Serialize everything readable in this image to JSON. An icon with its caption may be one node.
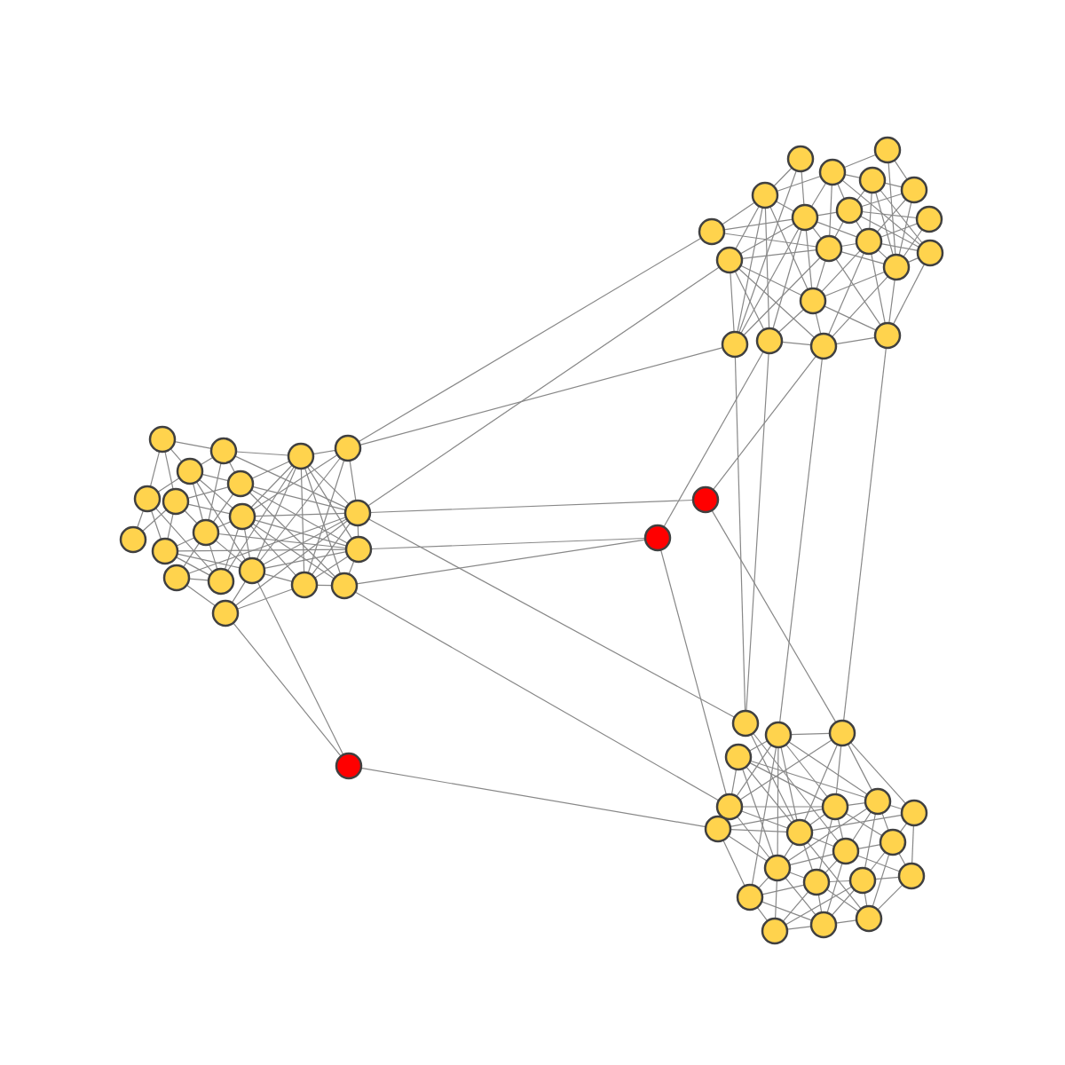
{
  "diagram": {
    "nodes": [
      {
        "text": [],
        "shape": "circle"
      },
      {
        "text": [],
        "shape": "circle"
      },
      {
        "text": [],
        "shape": "circle"
      },
      {
        "text": [],
        "shape": "circle"
      },
      {
        "text": [],
        "shape": "circle"
      },
      {
        "text": [],
        "shape": "circle"
      },
      {
        "text": [],
        "shape": "circle"
      },
      {
        "text": [],
        "shape": "circle"
      },
      {
        "text": [],
        "shape": "circle"
      },
      {
        "text": [],
        "shape": "circle"
      },
      {
        "text": [],
        "shape": "circle"
      },
      {
        "text": [],
        "shape": "circle"
      },
      {
        "text": [],
        "shape": "circle"
      },
      {
        "text": [],
        "shape": "circle"
      },
      {
        "text": [],
        "shape": "circle"
      },
      {
        "text": [],
        "shape": "circle"
      },
      {
        "text": [],
        "shape": "circle"
      },
      {
        "text": [],
        "shape": "circle"
      },
      {
        "text": [],
        "shape": "circle"
      },
      {
        "text": [],
        "shape": "circle"
      },
      {
        "text": [],
        "shape": "circle"
      },
      {
        "text": [],
        "shape": "circle"
      },
      {
        "text": [],
        "shape": "circle"
      },
      {
        "text": [],
        "shape": "circle"
      },
      {
        "text": [],
        "shape": "circle"
      },
      {
        "text": [],
        "shape": "circle"
      },
      {
        "text": [],
        "shape": "circle"
      },
      {
        "text": [],
        "shape": "circle"
      },
      {
        "text": [],
        "shape": "circle"
      },
      {
        "text": [],
        "shape": "circle"
      },
      {
        "text": [],
        "shape": "circle"
      },
      {
        "text": [],
        "shape": "circle"
      },
      {
        "text": [],
        "shape": "circle"
      },
      {
        "text": [],
        "shape": "circle"
      },
      {
        "text": [],
        "shape": "circle"
      },
      {
        "text": [],
        "shape": "circle"
      },
      {
        "text": [],
        "shape": "circle"
      },
      {
        "text": [],
        "shape": "circle"
      },
      {
        "text": [],
        "shape": "circle"
      },
      {
        "text": [],
        "shape": "circle"
      },
      {
        "text": [],
        "shape": "circle"
      },
      {
        "text": [],
        "shape": "circle"
      },
      {
        "text": [],
        "shape": "circle"
      },
      {
        "text": [],
        "shape": "circle"
      },
      {
        "text": [],
        "shape": "circle"
      },
      {
        "text": [],
        "shape": "circle"
      },
      {
        "text": [],
        "shape": "circle"
      },
      {
        "text": [],
        "shape": "circle"
      },
      {
        "text": [],
        "shape": "circle"
      },
      {
        "text": [],
        "shape": "circle"
      },
      {
        "text": [],
        "shape": "circle"
      },
      {
        "text": [],
        "shape": "circle"
      },
      {
        "text": [],
        "shape": "circle"
      },
      {
        "text": [],
        "shape": "circle"
      },
      {
        "text": [],
        "shape": "circle"
      },
      {
        "text": [],
        "shape": "circle"
      },
      {
        "text": [],
        "shape": "circle"
      },
      {
        "text": [],
        "shape": "circle"
      },
      {
        "text": [],
        "shape": "circle"
      },
      {
        "text": [],
        "shape": "circle"
      },
      {
        "text": [],
        "shape": "circle"
      },
      {
        "text": [],
        "shape": "circle"
      },
      {
        "text": [],
        "shape": "circle"
      }
    ],
    "edges": [
      {
        "from": 23,
        "to": 9,
        "arrow": "none"
      },
      {
        "from": 23,
        "to": 16,
        "arrow": "none"
      },
      {
        "from": 29,
        "to": 13,
        "arrow": "none"
      },
      {
        "from": 29,
        "to": 40,
        "arrow": "none"
      },
      {
        "from": 40,
        "to": 45,
        "arrow": "none"
      },
      {
        "from": 40,
        "to": 18,
        "arrow": "none"
      },
      {
        "from": 33,
        "to": 41,
        "arrow": "none"
      },
      {
        "from": 38,
        "to": 41,
        "arrow": "none"
      },
      {
        "from": 41,
        "to": 48,
        "arrow": "none"
      },
      {
        "from": 41,
        "to": 17,
        "arrow": "none"
      },
      {
        "from": 42,
        "to": 39,
        "arrow": "none"
      },
      {
        "from": 42,
        "to": 34,
        "arrow": "none"
      },
      {
        "from": 42,
        "to": 51,
        "arrow": "none"
      },
      {
        "from": 29,
        "to": 43,
        "arrow": "none"
      },
      {
        "from": 38,
        "to": 48,
        "arrow": "none"
      },
      {
        "from": 16,
        "to": 43,
        "arrow": "none"
      },
      {
        "from": 17,
        "to": 43,
        "arrow": "none"
      },
      {
        "from": 18,
        "to": 44,
        "arrow": "none"
      },
      {
        "from": 19,
        "to": 45,
        "arrow": "none"
      },
      {
        "from": 0,
        "to": 4,
        "arrow": "none"
      },
      {
        "from": 0,
        "to": 6,
        "arrow": "none"
      },
      {
        "from": 0,
        "to": 16,
        "arrow": "none"
      },
      {
        "from": 1,
        "to": 2,
        "arrow": "none"
      },
      {
        "from": 1,
        "to": 5,
        "arrow": "none"
      },
      {
        "from": 1,
        "to": 14,
        "arrow": "none"
      },
      {
        "from": 2,
        "to": 3,
        "arrow": "none"
      },
      {
        "from": 2,
        "to": 4,
        "arrow": "none"
      },
      {
        "from": 2,
        "to": 6,
        "arrow": "none"
      },
      {
        "from": 2,
        "to": 7,
        "arrow": "none"
      },
      {
        "from": 2,
        "to": 10,
        "arrow": "none"
      },
      {
        "from": 2,
        "to": 12,
        "arrow": "none"
      },
      {
        "from": 3,
        "to": 5,
        "arrow": "none"
      },
      {
        "from": 3,
        "to": 7,
        "arrow": "none"
      },
      {
        "from": 3,
        "to": 11,
        "arrow": "none"
      },
      {
        "from": 3,
        "to": 12,
        "arrow": "none"
      },
      {
        "from": 3,
        "to": 14,
        "arrow": "none"
      },
      {
        "from": 4,
        "to": 6,
        "arrow": "none"
      },
      {
        "from": 4,
        "to": 9,
        "arrow": "none"
      },
      {
        "from": 4,
        "to": 13,
        "arrow": "none"
      },
      {
        "from": 4,
        "to": 15,
        "arrow": "none"
      },
      {
        "from": 4,
        "to": 16,
        "arrow": "none"
      },
      {
        "from": 4,
        "to": 17,
        "arrow": "none"
      },
      {
        "from": 5,
        "to": 7,
        "arrow": "none"
      },
      {
        "from": 5,
        "to": 11,
        "arrow": "none"
      },
      {
        "from": 5,
        "to": 14,
        "arrow": "none"
      },
      {
        "from": 6,
        "to": 7,
        "arrow": "none"
      },
      {
        "from": 6,
        "to": 9,
        "arrow": "none"
      },
      {
        "from": 6,
        "to": 10,
        "arrow": "none"
      },
      {
        "from": 6,
        "to": 11,
        "arrow": "none"
      },
      {
        "from": 6,
        "to": 13,
        "arrow": "none"
      },
      {
        "from": 6,
        "to": 15,
        "arrow": "none"
      },
      {
        "from": 6,
        "to": 16,
        "arrow": "none"
      },
      {
        "from": 6,
        "to": 17,
        "arrow": "none"
      },
      {
        "from": 7,
        "to": 8,
        "arrow": "none"
      },
      {
        "from": 7,
        "to": 10,
        "arrow": "none"
      },
      {
        "from": 7,
        "to": 11,
        "arrow": "none"
      },
      {
        "from": 7,
        "to": 12,
        "arrow": "none"
      },
      {
        "from": 8,
        "to": 11,
        "arrow": "none"
      },
      {
        "from": 8,
        "to": 14,
        "arrow": "none"
      },
      {
        "from": 9,
        "to": 10,
        "arrow": "none"
      },
      {
        "from": 10,
        "to": 11,
        "arrow": "none"
      },
      {
        "from": 10,
        "to": 13,
        "arrow": "none"
      },
      {
        "from": 10,
        "to": 14,
        "arrow": "none"
      },
      {
        "from": 10,
        "to": 15,
        "arrow": "none"
      },
      {
        "from": 10,
        "to": 16,
        "arrow": "none"
      },
      {
        "from": 10,
        "to": 19,
        "arrow": "none"
      },
      {
        "from": 11,
        "to": 12,
        "arrow": "none"
      },
      {
        "from": 11,
        "to": 14,
        "arrow": "none"
      },
      {
        "from": 11,
        "to": 15,
        "arrow": "none"
      },
      {
        "from": 11,
        "to": 18,
        "arrow": "none"
      },
      {
        "from": 11,
        "to": 19,
        "arrow": "none"
      },
      {
        "from": 12,
        "to": 14,
        "arrow": "none"
      },
      {
        "from": 12,
        "to": 19,
        "arrow": "none"
      },
      {
        "from": 13,
        "to": 15,
        "arrow": "none"
      },
      {
        "from": 13,
        "to": 16,
        "arrow": "none"
      },
      {
        "from": 13,
        "to": 17,
        "arrow": "none"
      },
      {
        "from": 13,
        "to": 18,
        "arrow": "none"
      },
      {
        "from": 14,
        "to": 15,
        "arrow": "none"
      },
      {
        "from": 14,
        "to": 18,
        "arrow": "none"
      },
      {
        "from": 14,
        "to": 19,
        "arrow": "none"
      },
      {
        "from": 15,
        "to": 17,
        "arrow": "none"
      },
      {
        "from": 15,
        "to": 18,
        "arrow": "none"
      },
      {
        "from": 15,
        "to": 19,
        "arrow": "none"
      },
      {
        "from": 17,
        "to": 18,
        "arrow": "none"
      },
      {
        "from": 18,
        "to": 19,
        "arrow": "none"
      },
      {
        "from": 20,
        "to": 21,
        "arrow": "none"
      },
      {
        "from": 20,
        "to": 24,
        "arrow": "none"
      },
      {
        "from": 20,
        "to": 26,
        "arrow": "none"
      },
      {
        "from": 20,
        "to": 27,
        "arrow": "none"
      },
      {
        "from": 21,
        "to": 22,
        "arrow": "none"
      },
      {
        "from": 21,
        "to": 24,
        "arrow": "none"
      },
      {
        "from": 21,
        "to": 25,
        "arrow": "none"
      },
      {
        "from": 21,
        "to": 29,
        "arrow": "none"
      },
      {
        "from": 21,
        "to": 31,
        "arrow": "none"
      },
      {
        "from": 22,
        "to": 23,
        "arrow": "none"
      },
      {
        "from": 22,
        "to": 25,
        "arrow": "none"
      },
      {
        "from": 22,
        "to": 28,
        "arrow": "none"
      },
      {
        "from": 22,
        "to": 29,
        "arrow": "none"
      },
      {
        "from": 22,
        "to": 33,
        "arrow": "none"
      },
      {
        "from": 22,
        "to": 34,
        "arrow": "none"
      },
      {
        "from": 22,
        "to": 36,
        "arrow": "none"
      },
      {
        "from": 22,
        "to": 37,
        "arrow": "none"
      },
      {
        "from": 22,
        "to": 38,
        "arrow": "none"
      },
      {
        "from": 23,
        "to": 28,
        "arrow": "none"
      },
      {
        "from": 23,
        "to": 29,
        "arrow": "none"
      },
      {
        "from": 23,
        "to": 34,
        "arrow": "none"
      },
      {
        "from": 23,
        "to": 37,
        "arrow": "none"
      },
      {
        "from": 24,
        "to": 25,
        "arrow": "none"
      },
      {
        "from": 24,
        "to": 26,
        "arrow": "none"
      },
      {
        "from": 24,
        "to": 28,
        "arrow": "none"
      },
      {
        "from": 24,
        "to": 31,
        "arrow": "none"
      },
      {
        "from": 24,
        "to": 34,
        "arrow": "none"
      },
      {
        "from": 25,
        "to": 27,
        "arrow": "none"
      },
      {
        "from": 25,
        "to": 29,
        "arrow": "none"
      },
      {
        "from": 25,
        "to": 31,
        "arrow": "none"
      },
      {
        "from": 25,
        "to": 33,
        "arrow": "none"
      },
      {
        "from": 25,
        "to": 38,
        "arrow": "none"
      },
      {
        "from": 26,
        "to": 30,
        "arrow": "none"
      },
      {
        "from": 26,
        "to": 32,
        "arrow": "none"
      },
      {
        "from": 26,
        "to": 36,
        "arrow": "none"
      },
      {
        "from": 27,
        "to": 28,
        "arrow": "none"
      },
      {
        "from": 27,
        "to": 30,
        "arrow": "none"
      },
      {
        "from": 27,
        "to": 31,
        "arrow": "none"
      },
      {
        "from": 27,
        "to": 32,
        "arrow": "none"
      },
      {
        "from": 28,
        "to": 29,
        "arrow": "none"
      },
      {
        "from": 28,
        "to": 31,
        "arrow": "none"
      },
      {
        "from": 28,
        "to": 33,
        "arrow": "none"
      },
      {
        "from": 28,
        "to": 34,
        "arrow": "none"
      },
      {
        "from": 28,
        "to": 36,
        "arrow": "none"
      },
      {
        "from": 28,
        "to": 37,
        "arrow": "none"
      },
      {
        "from": 28,
        "to": 38,
        "arrow": "none"
      },
      {
        "from": 29,
        "to": 33,
        "arrow": "none"
      },
      {
        "from": 29,
        "to": 34,
        "arrow": "none"
      },
      {
        "from": 29,
        "to": 35,
        "arrow": "none"
      },
      {
        "from": 29,
        "to": 37,
        "arrow": "none"
      },
      {
        "from": 29,
        "to": 39,
        "arrow": "none"
      },
      {
        "from": 31,
        "to": 32,
        "arrow": "none"
      },
      {
        "from": 31,
        "to": 33,
        "arrow": "none"
      },
      {
        "from": 31,
        "to": 34,
        "arrow": "none"
      },
      {
        "from": 31,
        "to": 35,
        "arrow": "none"
      },
      {
        "from": 31,
        "to": 36,
        "arrow": "none"
      },
      {
        "from": 32,
        "to": 33,
        "arrow": "none"
      },
      {
        "from": 32,
        "to": 34,
        "arrow": "none"
      },
      {
        "from": 32,
        "to": 36,
        "arrow": "none"
      },
      {
        "from": 33,
        "to": 34,
        "arrow": "none"
      },
      {
        "from": 33,
        "to": 37,
        "arrow": "none"
      },
      {
        "from": 33,
        "to": 38,
        "arrow": "none"
      },
      {
        "from": 34,
        "to": 37,
        "arrow": "none"
      },
      {
        "from": 34,
        "to": 39,
        "arrow": "none"
      },
      {
        "from": 35,
        "to": 36,
        "arrow": "none"
      },
      {
        "from": 35,
        "to": 39,
        "arrow": "none"
      },
      {
        "from": 37,
        "to": 38,
        "arrow": "none"
      },
      {
        "from": 37,
        "to": 39,
        "arrow": "none"
      },
      {
        "from": 43,
        "to": 52,
        "arrow": "none"
      },
      {
        "from": 43,
        "to": 54,
        "arrow": "none"
      },
      {
        "from": 44,
        "to": 45,
        "arrow": "none"
      },
      {
        "from": 44,
        "to": 46,
        "arrow": "none"
      },
      {
        "from": 44,
        "to": 47,
        "arrow": "none"
      },
      {
        "from": 44,
        "to": 48,
        "arrow": "none"
      },
      {
        "from": 44,
        "to": 49,
        "arrow": "none"
      },
      {
        "from": 44,
        "to": 52,
        "arrow": "none"
      },
      {
        "from": 44,
        "to": 55,
        "arrow": "none"
      },
      {
        "from": 44,
        "to": 59,
        "arrow": "none"
      },
      {
        "from": 45,
        "to": 47,
        "arrow": "none"
      },
      {
        "from": 45,
        "to": 48,
        "arrow": "none"
      },
      {
        "from": 45,
        "to": 49,
        "arrow": "none"
      },
      {
        "from": 45,
        "to": 50,
        "arrow": "none"
      },
      {
        "from": 45,
        "to": 52,
        "arrow": "none"
      },
      {
        "from": 46,
        "to": 47,
        "arrow": "none"
      },
      {
        "from": 46,
        "to": 48,
        "arrow": "none"
      },
      {
        "from": 46,
        "to": 49,
        "arrow": "none"
      },
      {
        "from": 46,
        "to": 52,
        "arrow": "none"
      },
      {
        "from": 46,
        "to": 55,
        "arrow": "none"
      },
      {
        "from": 47,
        "to": 49,
        "arrow": "none"
      },
      {
        "from": 47,
        "to": 50,
        "arrow": "none"
      },
      {
        "from": 47,
        "to": 53,
        "arrow": "none"
      },
      {
        "from": 47,
        "to": 54,
        "arrow": "none"
      },
      {
        "from": 47,
        "to": 55,
        "arrow": "none"
      },
      {
        "from": 47,
        "to": 57,
        "arrow": "none"
      },
      {
        "from": 48,
        "to": 49,
        "arrow": "none"
      },
      {
        "from": 48,
        "to": 52,
        "arrow": "none"
      },
      {
        "from": 48,
        "to": 55,
        "arrow": "none"
      },
      {
        "from": 49,
        "to": 51,
        "arrow": "none"
      },
      {
        "from": 49,
        "to": 52,
        "arrow": "none"
      },
      {
        "from": 49,
        "to": 53,
        "arrow": "none"
      },
      {
        "from": 49,
        "to": 54,
        "arrow": "none"
      },
      {
        "from": 49,
        "to": 56,
        "arrow": "none"
      },
      {
        "from": 50,
        "to": 52,
        "arrow": "none"
      },
      {
        "from": 50,
        "to": 53,
        "arrow": "none"
      },
      {
        "from": 50,
        "to": 58,
        "arrow": "none"
      },
      {
        "from": 51,
        "to": 52,
        "arrow": "none"
      },
      {
        "from": 51,
        "to": 55,
        "arrow": "none"
      },
      {
        "from": 51,
        "to": 59,
        "arrow": "none"
      },
      {
        "from": 52,
        "to": 54,
        "arrow": "none"
      },
      {
        "from": 52,
        "to": 55,
        "arrow": "none"
      },
      {
        "from": 52,
        "to": 56,
        "arrow": "none"
      },
      {
        "from": 52,
        "to": 62,
        "arrow": "none"
      },
      {
        "from": 53,
        "to": 54,
        "arrow": "none"
      },
      {
        "from": 53,
        "to": 57,
        "arrow": "none"
      },
      {
        "from": 53,
        "to": 58,
        "arrow": "none"
      },
      {
        "from": 53,
        "to": 62,
        "arrow": "none"
      },
      {
        "from": 54,
        "to": 55,
        "arrow": "none"
      },
      {
        "from": 54,
        "to": 56,
        "arrow": "none"
      },
      {
        "from": 54,
        "to": 58,
        "arrow": "none"
      },
      {
        "from": 54,
        "to": 61,
        "arrow": "none"
      },
      {
        "from": 55,
        "to": 56,
        "arrow": "none"
      },
      {
        "from": 55,
        "to": 59,
        "arrow": "none"
      },
      {
        "from": 55,
        "to": 60,
        "arrow": "none"
      },
      {
        "from": 55,
        "to": 61,
        "arrow": "none"
      },
      {
        "from": 56,
        "to": 57,
        "arrow": "none"
      },
      {
        "from": 56,
        "to": 59,
        "arrow": "none"
      },
      {
        "from": 56,
        "to": 60,
        "arrow": "none"
      },
      {
        "from": 56,
        "to": 61,
        "arrow": "none"
      },
      {
        "from": 56,
        "to": 62,
        "arrow": "none"
      },
      {
        "from": 57,
        "to": 58,
        "arrow": "none"
      },
      {
        "from": 57,
        "to": 60,
        "arrow": "none"
      },
      {
        "from": 57,
        "to": 61,
        "arrow": "none"
      },
      {
        "from": 57,
        "to": 62,
        "arrow": "none"
      },
      {
        "from": 58,
        "to": 62,
        "arrow": "none"
      },
      {
        "from": 59,
        "to": 60,
        "arrow": "none"
      },
      {
        "from": 59,
        "to": 61,
        "arrow": "none"
      },
      {
        "from": 60,
        "to": 61,
        "arrow": "none"
      },
      {
        "from": 61,
        "to": 62,
        "arrow": "none"
      }
    ]
  }
}
